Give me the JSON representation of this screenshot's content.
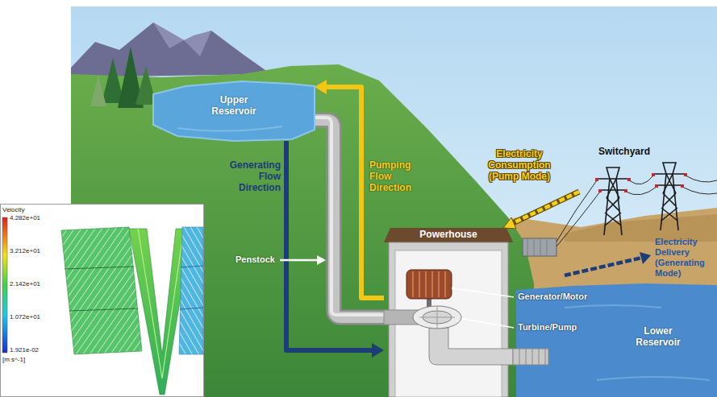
{
  "diagram": {
    "nodes": [
      {
        "text": [
          "Upper Reservoir"
        ]
      },
      {
        "text": [
          "Powerhouse"
        ]
      },
      {
        "text": [
          "Lower Reservoir"
        ]
      }
    ],
    "edges": [
      {
        "from": 0,
        "to": 1,
        "arrow": "to"
      },
      {
        "from": 1,
        "to": 0,
        "arrow": "to"
      }
    ],
    "labels": [
      "Generating Flow Direction",
      "Pumping Flow Direction",
      "Penstock",
      "Electricity Consumption (Pump Mode)",
      "Switchyard",
      "Electricity Delivery (Generating Mode)",
      "Generator/Motor",
      "Turbine/Pump",
      "Velocity",
      "4.282e+01",
      "3.212e+01",
      "2.142e+01",
      "1.072e+01",
      "1.921e-02",
      "[m s^-1]"
    ]
  }
}
